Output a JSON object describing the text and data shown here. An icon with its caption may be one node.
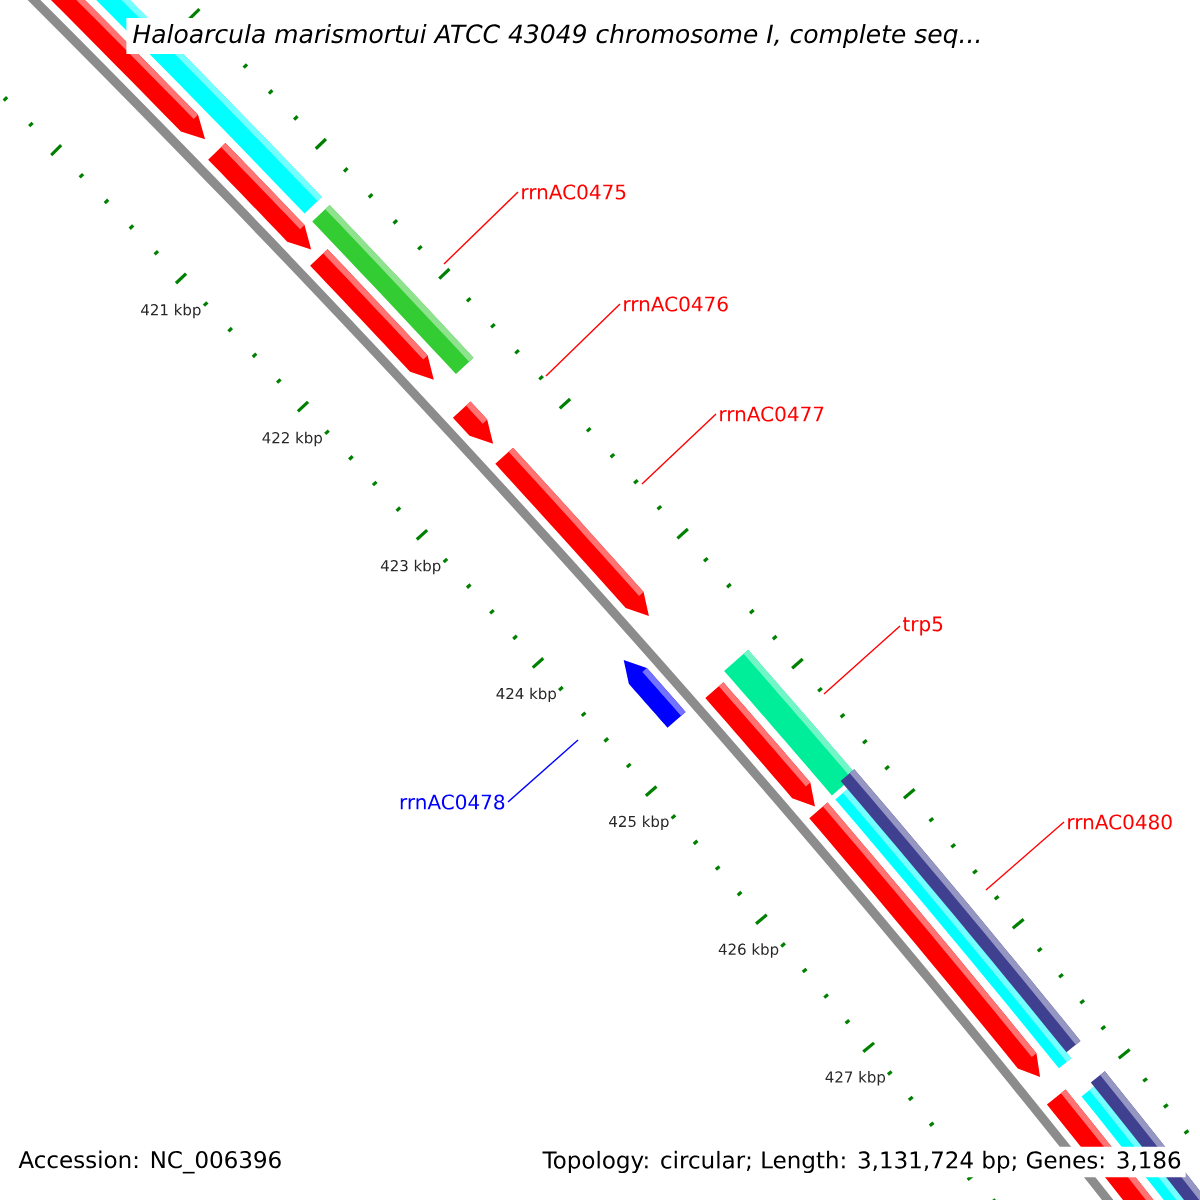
{
  "diagram": {
    "title": "Haloarcula marismortui ATCC 43049 chromosome I, complete seq...",
    "nodes": [
      {
        "text": [
          "rrnAC0475"
        ]
      },
      {
        "text": [
          "rrnAC0476"
        ]
      },
      {
        "text": [
          "rrnAC0477"
        ]
      },
      {
        "text": [
          "trp5"
        ]
      },
      {
        "text": [
          "rrnAC0478"
        ]
      },
      {
        "text": [
          "rrnAC0480"
        ]
      }
    ],
    "edges": [
      {
        "from": 0,
        "to": null,
        "arrow": "none"
      },
      {
        "from": 1,
        "to": null,
        "arrow": "none"
      },
      {
        "from": 2,
        "to": null,
        "arrow": "none"
      },
      {
        "from": 3,
        "to": null,
        "arrow": "none"
      },
      {
        "from": 4,
        "to": null,
        "arrow": "none",
        "color": "#0000ff"
      },
      {
        "from": 5,
        "to": null,
        "arrow": "none"
      }
    ],
    "labels": [
      "421 kbp",
      "422 kbp",
      "423 kbp",
      "424 kbp",
      "425 kbp",
      "426 kbp",
      "427 kbp",
      "Accession: NC_006396",
      "Topology: circular; Length: 3,131,724 bp; Genes: 3,186"
    ]
  }
}
